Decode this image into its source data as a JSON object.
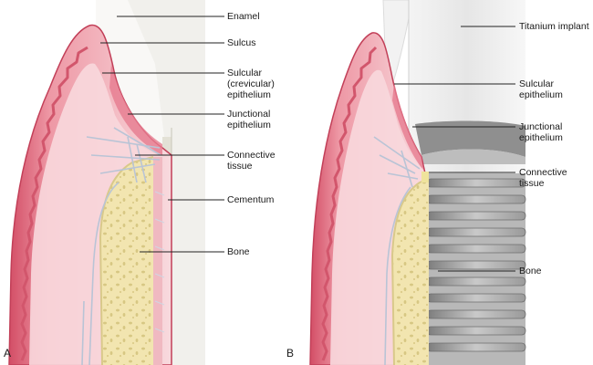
{
  "panels": {
    "a": {
      "letter": "A",
      "labels": {
        "enamel": "Enamel",
        "sulcus": "Sulcus",
        "sulcular_epithelium": "Sulcular\n(crevicular)\nepithelium",
        "junctional_epithelium": "Junctional\nepithelium",
        "connective_tissue": "Connective\ntissue",
        "cementum": "Cementum",
        "bone": "Bone"
      }
    },
    "b": {
      "letter": "B",
      "labels": {
        "titanium_implant": "Titanium implant",
        "sulcular_epithelium": "Sulcular\nepithelium",
        "junctional_epithelium": "Junctional\nepithelium",
        "connective_tissue": "Connective\ntissue",
        "bone": "Bone"
      }
    }
  },
  "colors": {
    "gingiva_edge": "#c9475e",
    "gingiva_inner": "#f5c9cf",
    "bone": "#f2e6b4",
    "bone_pores": "#d8c98a",
    "tooth": "#efeeea",
    "implant": "#dcdcdc",
    "implant_shadow": "#8d8d8d",
    "fibers": "#b9c6d8",
    "leader": "#222222"
  }
}
